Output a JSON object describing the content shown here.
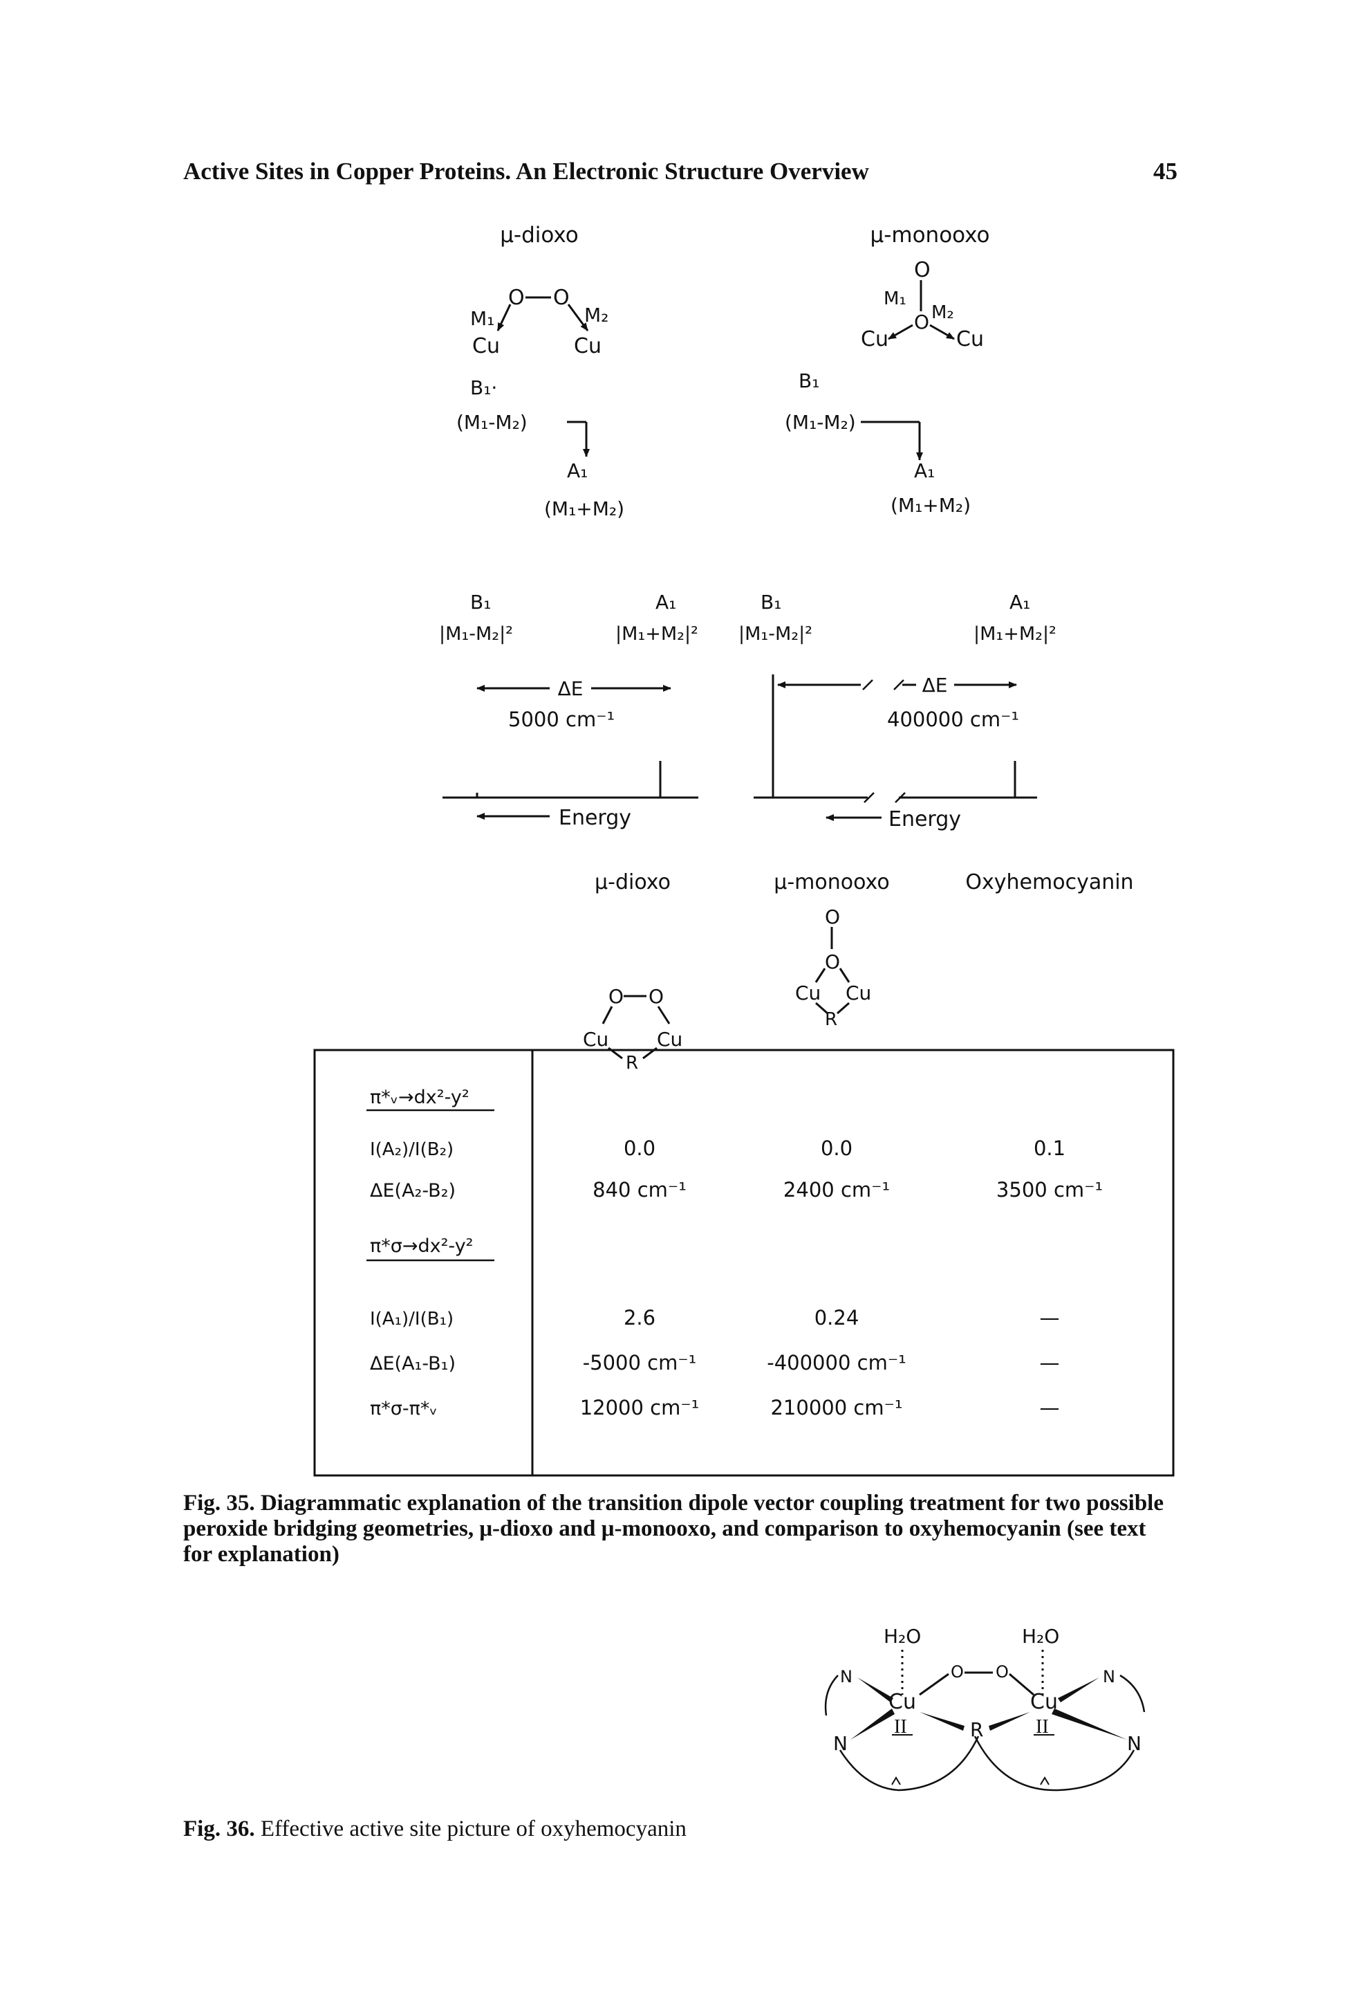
{
  "header": {
    "running_head": "Active Sites in Copper Proteins. An Electronic Structure Overview",
    "page_number": "45"
  },
  "fig35": {
    "top_left": {
      "title": "μ-dioxo",
      "struct_O1": "O",
      "struct_O2": "O",
      "struct_M1": "M₁",
      "struct_M2": "M₂",
      "struct_Cu1": "Cu",
      "struct_Cu2": "Cu",
      "b1_label": "B₁·",
      "b1_expr": "(M₁-M₂)",
      "a1_label": "A₁",
      "a1_expr": "(M₁+M₂)"
    },
    "top_right": {
      "title": "μ-monooxo",
      "struct_O_top": "O",
      "struct_O_mid": "O",
      "struct_M1": "M₁",
      "struct_M2": "M₂",
      "struct_Cu1": "Cu",
      "struct_Cu2": "Cu",
      "b1_label": "B₁",
      "b1_expr": "(M₁-M₂)",
      "a1_label": "A₁",
      "a1_expr": "(M₁+M₂)"
    },
    "spectrum_left": {
      "b1_label": "B₁",
      "b1_intensity": "|M₁-M₂|²",
      "a1_label": "A₁",
      "a1_intensity": "|M₁+M₂|²",
      "delta_e": "ΔE",
      "delta_value": "5000 cm⁻¹",
      "axis_label": "Energy"
    },
    "spectrum_right": {
      "b1_label": "B₁",
      "b1_intensity": "|M₁-M₂|²",
      "a1_label": "A₁",
      "a1_intensity": "|M₁+M₂|²",
      "delta_e": "ΔE",
      "delta_value": "400000 cm⁻¹",
      "axis_label": "Energy"
    },
    "comparison": {
      "columns": [
        "μ-dioxo",
        "μ-monooxo",
        "Oxyhemocyanin"
      ],
      "struct_dioxo": {
        "O1": "O",
        "O2": "O",
        "Cu1": "Cu",
        "Cu2": "Cu",
        "R": "R"
      },
      "struct_monooxo": {
        "O_top": "O",
        "O_mid": "O",
        "Cu1": "Cu",
        "Cu2": "Cu",
        "R": "R"
      }
    },
    "table": {
      "section1_header": "π*ᵥ→dx²-y²",
      "section2_header": "π*σ→dx²-y²",
      "rows": [
        {
          "label": "I(A₂)/I(B₂)",
          "values": [
            "0.0",
            "0.0",
            "0.1"
          ]
        },
        {
          "label": "ΔE(A₂-B₂)",
          "values": [
            "840 cm⁻¹",
            "2400 cm⁻¹",
            "3500 cm⁻¹"
          ]
        },
        {
          "label": "I(A₁)/I(B₁)",
          "values": [
            "2.6",
            "0.24",
            "—"
          ]
        },
        {
          "label": "ΔE(A₁-B₁)",
          "values": [
            "-5000 cm⁻¹",
            "-400000 cm⁻¹",
            "—"
          ]
        },
        {
          "label": "π*σ-π*ᵥ",
          "values": [
            "12000 cm⁻¹",
            "210000 cm⁻¹",
            "—"
          ]
        }
      ]
    },
    "caption_label": "Fig. 35.",
    "caption_text": "Diagrammatic explanation of the transition dipole vector coupling treatment for two possible peroxide bridging geometries, μ-dioxo and μ-monooxo, and comparison to oxyhemocyanin (see text for explanation)"
  },
  "fig36": {
    "caption_label": "Fig. 36.",
    "caption_text": "Effective active site picture of oxyhemocyanin",
    "h2o_left": "H₂O",
    "h2o_right": "H₂O",
    "cu_left": "Cu",
    "cu_right": "Cu",
    "ox_left": "II",
    "ox_right": "II",
    "o1": "O",
    "o2": "O",
    "r": "R",
    "n_top_left": "N",
    "n_bottom_left": "N",
    "n_top_right": "N",
    "n_bottom_right": "N"
  }
}
